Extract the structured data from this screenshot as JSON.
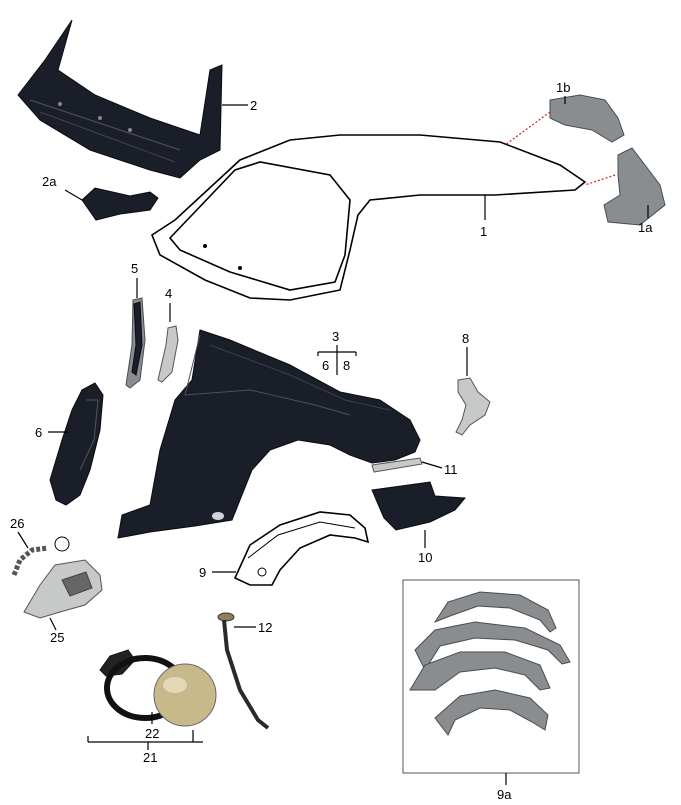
{
  "labels": {
    "l1": "1",
    "l1a": "1a",
    "l1b": "1b",
    "l2": "2",
    "l2a": "2a",
    "l3": "3",
    "l3_6": "6",
    "l3_8": "8",
    "l4": "4",
    "l5": "5",
    "l6": "6",
    "l8": "8",
    "l9": "9",
    "l9a": "9a",
    "l10": "10",
    "l11": "11",
    "l12": "12",
    "l21": "21",
    "l22": "22",
    "l25": "25",
    "l26": "26"
  },
  "colors": {
    "panel_dark": "#1a1e28",
    "panel_grey": "#8a8d8f",
    "leader_red": "#cc2222"
  }
}
